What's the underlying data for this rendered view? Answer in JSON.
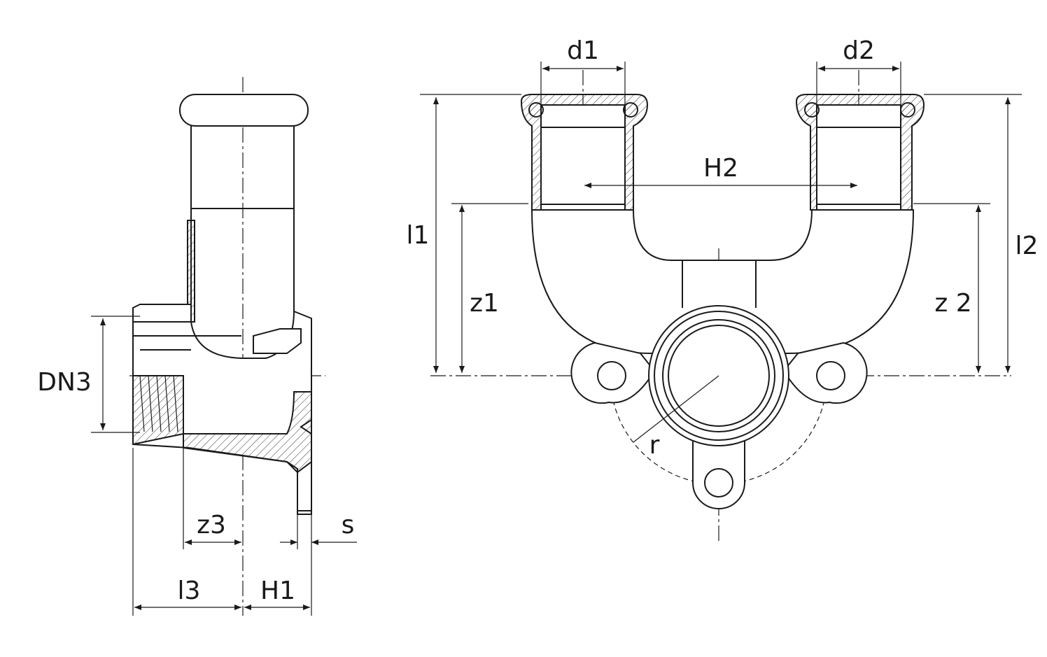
{
  "drawing": {
    "title": "Press fitting double wall plate elbow dimension drawing",
    "side_view_labels": {
      "dn3": "DN3",
      "z3": "z3",
      "s": "s",
      "l3": "l3",
      "h1": "H1"
    },
    "front_view_labels": {
      "d1": "d1",
      "d2": "d2",
      "h2": "H2",
      "l1": "l1",
      "l2": "l2",
      "z1": "z1",
      "z2": "z 2",
      "r": "r"
    },
    "line_color": "#1a1a1a"
  }
}
